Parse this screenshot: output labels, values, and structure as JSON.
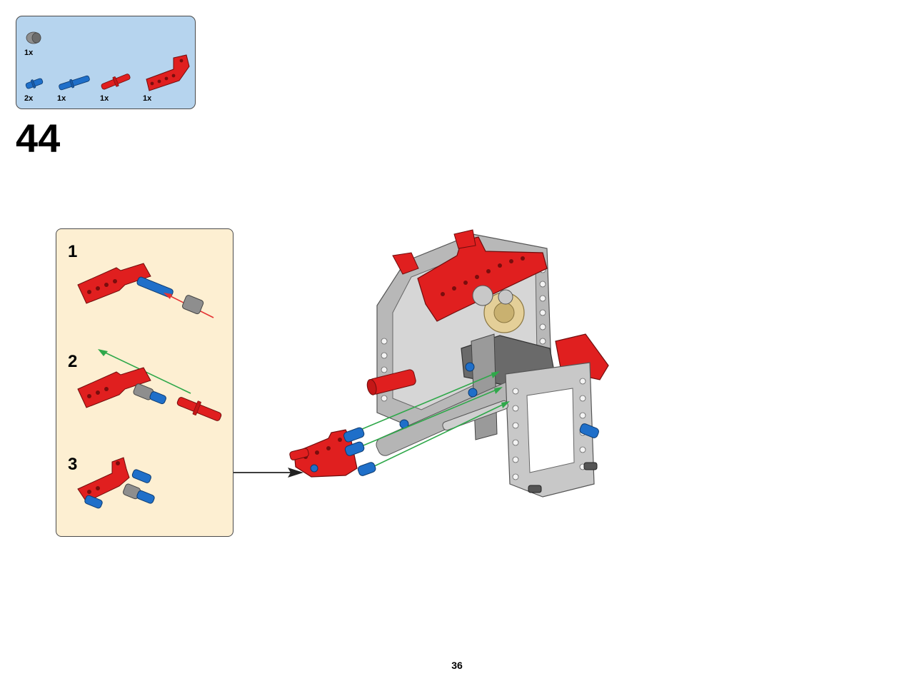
{
  "parts_list": {
    "items": [
      {
        "name": "gray-bush-icon",
        "qty": "1x"
      },
      {
        "name": "blue-axle-pin-icon",
        "qty": "2x"
      },
      {
        "name": "blue-long-pin-icon",
        "qty": "1x"
      },
      {
        "name": "red-axle-pin-icon",
        "qty": "1x"
      },
      {
        "name": "red-angled-beam-icon",
        "qty": "1x"
      }
    ]
  },
  "step": {
    "number": "44"
  },
  "substeps": [
    {
      "number": "1"
    },
    {
      "number": "2"
    },
    {
      "number": "3"
    }
  ],
  "page": {
    "number": "36"
  },
  "colors": {
    "parts_box_bg": "#b6d4ee",
    "substeps_bg": "#fdefd2",
    "brick_red": "#e01f1f",
    "brick_blue": "#1f6fc9",
    "brick_gray": "#9a9a9a",
    "guide_green": "#2fa84a",
    "guide_red": "#e53333"
  }
}
